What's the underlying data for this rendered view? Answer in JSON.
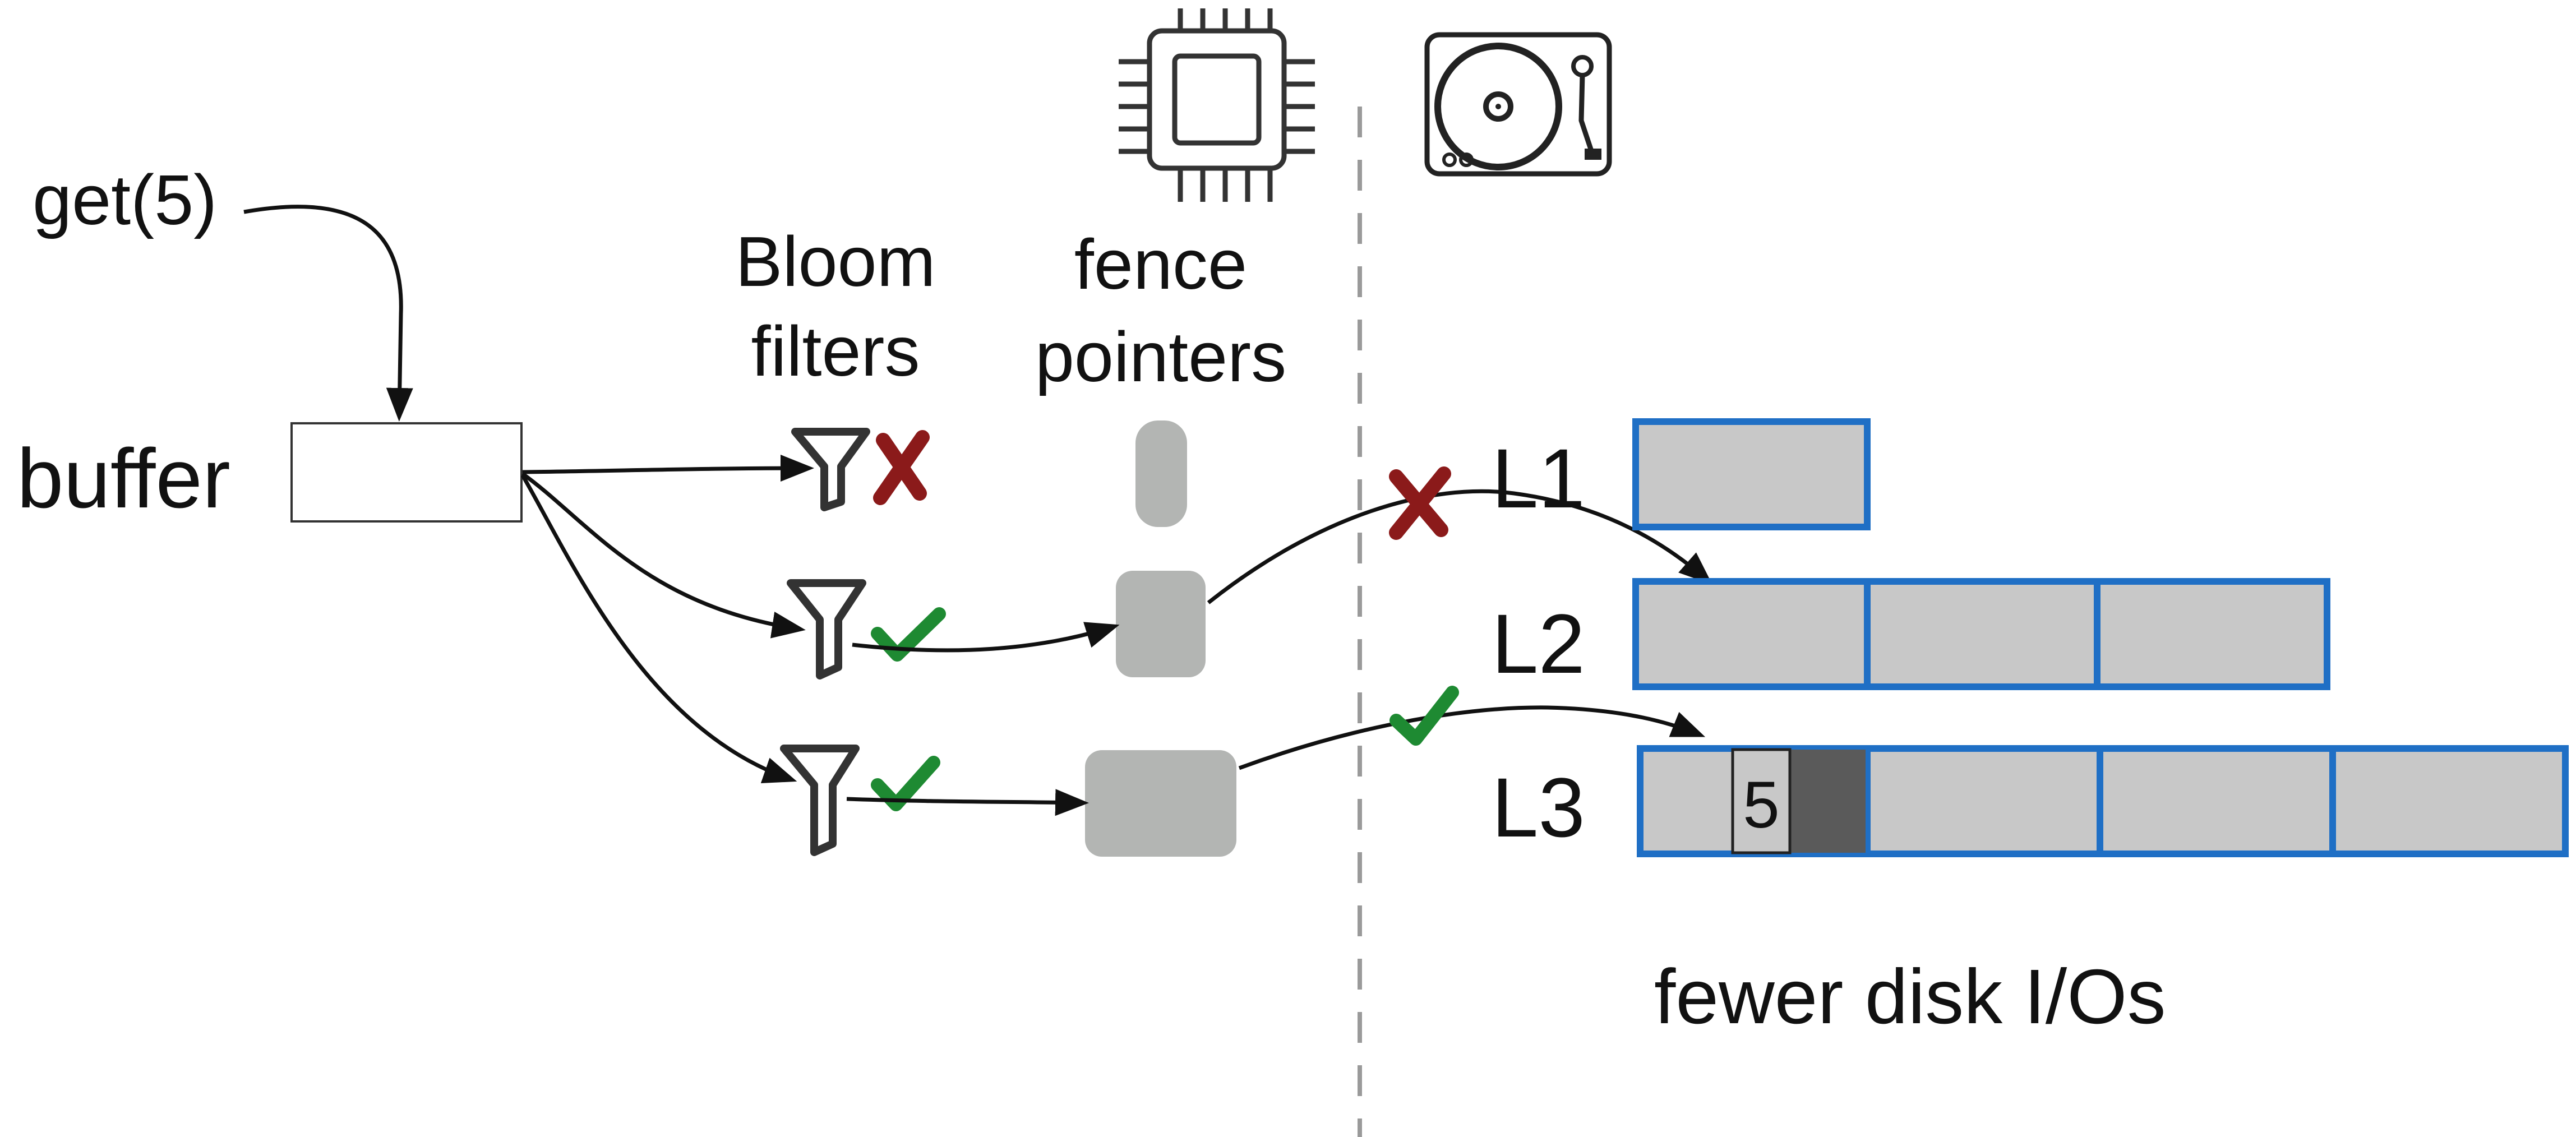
{
  "query": {
    "label": "get(5)"
  },
  "buffer": {
    "label": "buffer"
  },
  "columns": {
    "bloom": {
      "line1": "Bloom",
      "line2": "filters"
    },
    "fence": {
      "line1": "fence",
      "line2": "pointers"
    }
  },
  "levels": [
    {
      "label": "L1",
      "runs": 1,
      "bloom_result": "negative"
    },
    {
      "label": "L2",
      "runs": 3,
      "bloom_result": "positive"
    },
    {
      "label": "L3",
      "runs": 4,
      "bloom_result": "positive"
    }
  ],
  "target_key": {
    "label": "5",
    "level": "L3"
  },
  "disk_access": [
    {
      "level": "L2",
      "result": "miss"
    },
    {
      "level": "L3",
      "result": "hit"
    }
  ],
  "caption": "fewer disk I/Os",
  "icons": {
    "cpu": "cpu-chip-icon",
    "disk": "turntable-disk-icon",
    "filter": "funnel-icon",
    "cross": "cross-mark-icon",
    "check": "check-mark-icon"
  },
  "colors": {
    "run_fill": "#c8c8c8",
    "run_border": "#1f6fc5",
    "fence_fill": "#b3b5b3",
    "key_page": "#5a5a5a",
    "cross": "#8b1a1a",
    "check": "#1e8a32",
    "line": "#111111",
    "divider": "#9a9a9a"
  }
}
